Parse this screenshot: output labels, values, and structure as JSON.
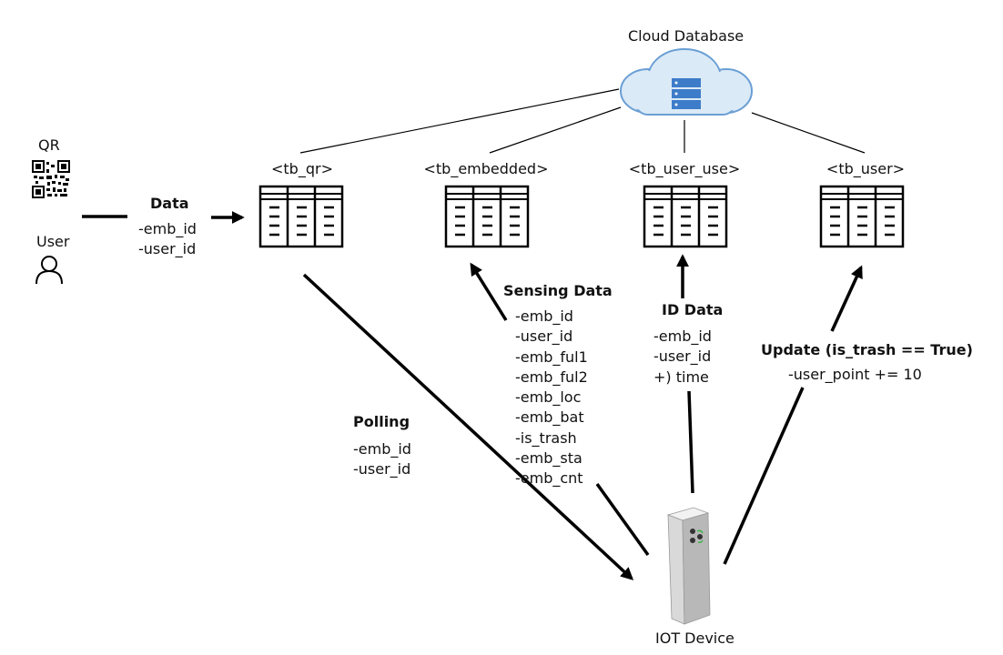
{
  "cloud_label": "Cloud Database",
  "qr_label": "QR",
  "user_label": "User",
  "device_label": "IOT Device",
  "tables": {
    "qr": "<tb_qr>",
    "embedded": "<tb_embedded>",
    "user_use": "<tb_user_use>",
    "user": "<tb_user>"
  },
  "flows": {
    "data": {
      "title": "Data",
      "fields": [
        "-emb_id",
        "-user_id"
      ]
    },
    "polling": {
      "title": "Polling",
      "fields": [
        "-emb_id",
        "-user_id"
      ]
    },
    "sensing": {
      "title": "Sensing Data",
      "fields": [
        "-emb_id",
        "-user_id",
        "-emb_ful1",
        "-emb_ful2",
        "-emb_loc",
        "-emb_bat",
        "-is_trash",
        "-emb_sta",
        "-emb_cnt"
      ]
    },
    "id_data": {
      "title": "ID Data",
      "fields": [
        "-emb_id",
        "-user_id",
        "+) time"
      ]
    },
    "update": {
      "title": "Update (is_trash == True)",
      "fields": [
        "-user_point += 10"
      ]
    }
  },
  "colors": {
    "line": "#000000",
    "cloud_fill": "#dbeaf7",
    "cloud_stroke": "#6a9fd4",
    "server": "#3d7cc9",
    "device": "#c8c8c8"
  }
}
